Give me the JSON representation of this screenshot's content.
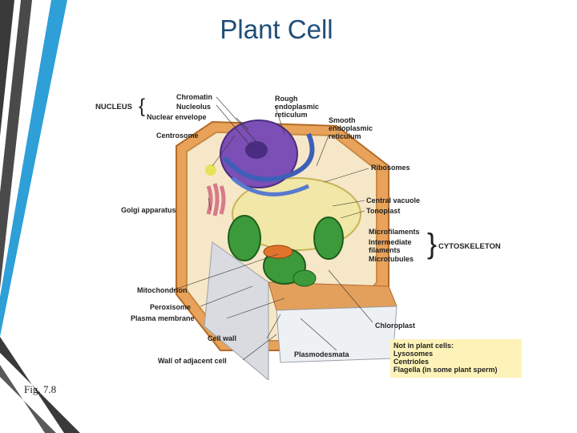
{
  "slide": {
    "title": "Plant Cell",
    "caption": "Fig. 7.8"
  },
  "labels": {
    "nucleus": "NUCLEUS",
    "chromatin": "Chromatin",
    "nucleolus": "Nucleolus",
    "nuclear_envelope": "Nuclear envelope",
    "centrosome": "Centrosome",
    "rough_er": [
      "Rough",
      "endoplasmic",
      "reticulum"
    ],
    "smooth_er": [
      "Smooth",
      "endoplasmic",
      "reticulum"
    ],
    "ribosomes": "Ribosomes",
    "golgi": "Golgi apparatus",
    "central_vacuole": "Central vacuole",
    "tonoplast": "Tonoplast",
    "microfilaments": "Microfilaments",
    "intermediate_filaments": [
      "Intermediate",
      "filaments"
    ],
    "microtubules": "Microtubules",
    "cytoskeleton": "CYTOSKELETON",
    "mitochondrion": "Mitochondrion",
    "peroxisome": "Peroxisome",
    "plasma_membrane": "Plasma membrane",
    "cell_wall": "Cell wall",
    "chloroplast": "Chloroplast",
    "wall_adjacent": "Wall of adjacent cell",
    "plasmodesmata": "Plasmodesmata"
  },
  "note_box": {
    "heading": "Not in plant cells:",
    "items": [
      "Lysosomes",
      "Centrioles",
      "Flagella (in some plant sperm)"
    ]
  }
}
